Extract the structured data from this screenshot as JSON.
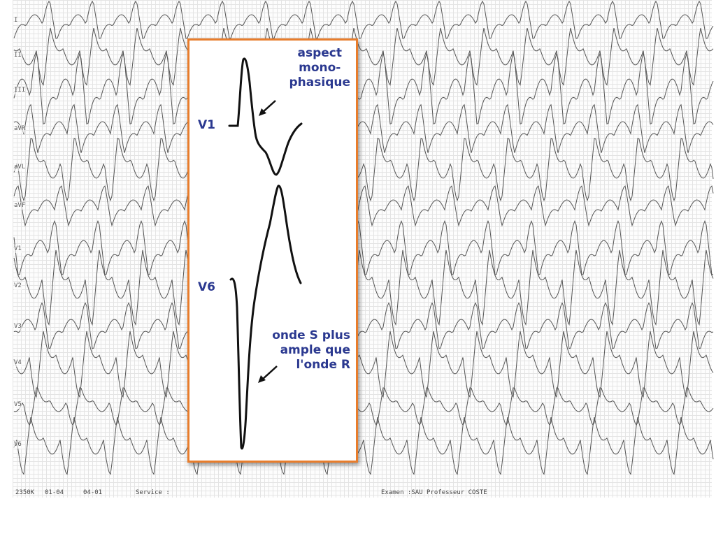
{
  "leads": [
    "I",
    "II",
    "III",
    "aVR",
    "aVL",
    "aVF",
    "V1",
    "V2",
    "V3",
    "V4",
    "V5",
    "V6"
  ],
  "footer": {
    "id": "2350K",
    "f1": "01-04",
    "f2": "04-01",
    "service": "Service :",
    "exam": "Examen :SAU Professeur COSTE"
  },
  "inset": {
    "v1_label": "V1",
    "v6_label": "V6",
    "annotation_top": "aspect\nmono-\nphasique",
    "annotation_bottom": "onde S plus\nample que\nl'onde R",
    "accent_color": "#e87d2c",
    "text_color": "#2b3990"
  }
}
